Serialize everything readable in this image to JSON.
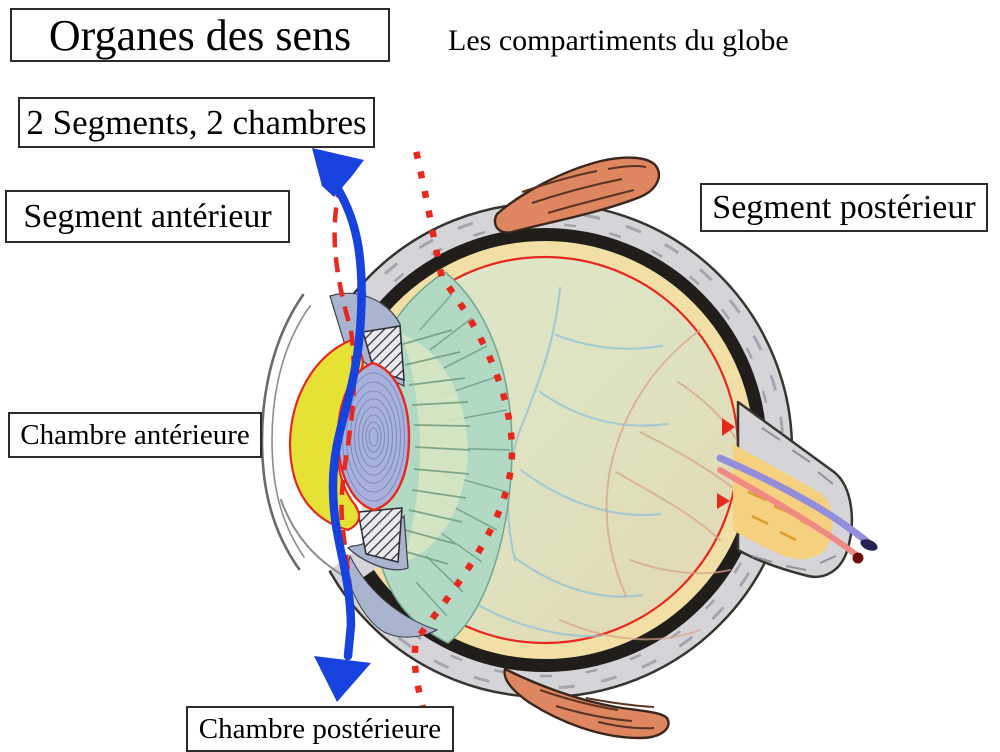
{
  "title": "Organes des sens",
  "subtitle": "Les compartiments du globe",
  "labels": {
    "segments_chambres": "2 Segments, 2 chambres",
    "segment_anterieur": "Segment antérieur",
    "segment_posterieur": "Segment postérieur",
    "chambre_anterieure": "Chambre antérieure",
    "chambre_posterieure": "Chambre postérieure"
  },
  "diagram": {
    "description_parts": [
      "sclera",
      "choroid",
      "retina",
      "vitreous-body",
      "ora-serrata",
      "zonule-fibers",
      "ciliary-body",
      "anterior-chamber",
      "lens",
      "cornea",
      "superior-rectus-muscle",
      "inferior-rectus-muscle",
      "optic-nerve",
      "segment-divider-dotted-line",
      "aqueous-flow-arrow"
    ],
    "colors": {
      "arrow_blue": "#1742dd",
      "divider_red": "#e8281e",
      "muscle_orange": "#dd8660",
      "lens_blue": "#a9b2da",
      "anterior_yellow": "#e6e135",
      "ora_teal": "#b2d9c4",
      "sclera_grey": "#d5d5d9",
      "choroid_black": "#211d1a",
      "retina_cream": "#f2dfa6",
      "vitreous_green": "#dce7ca",
      "nerve_core_yellow": "#f5d07e",
      "vein_purple": "#938edb",
      "artery_red": "#ef8b84"
    }
  }
}
